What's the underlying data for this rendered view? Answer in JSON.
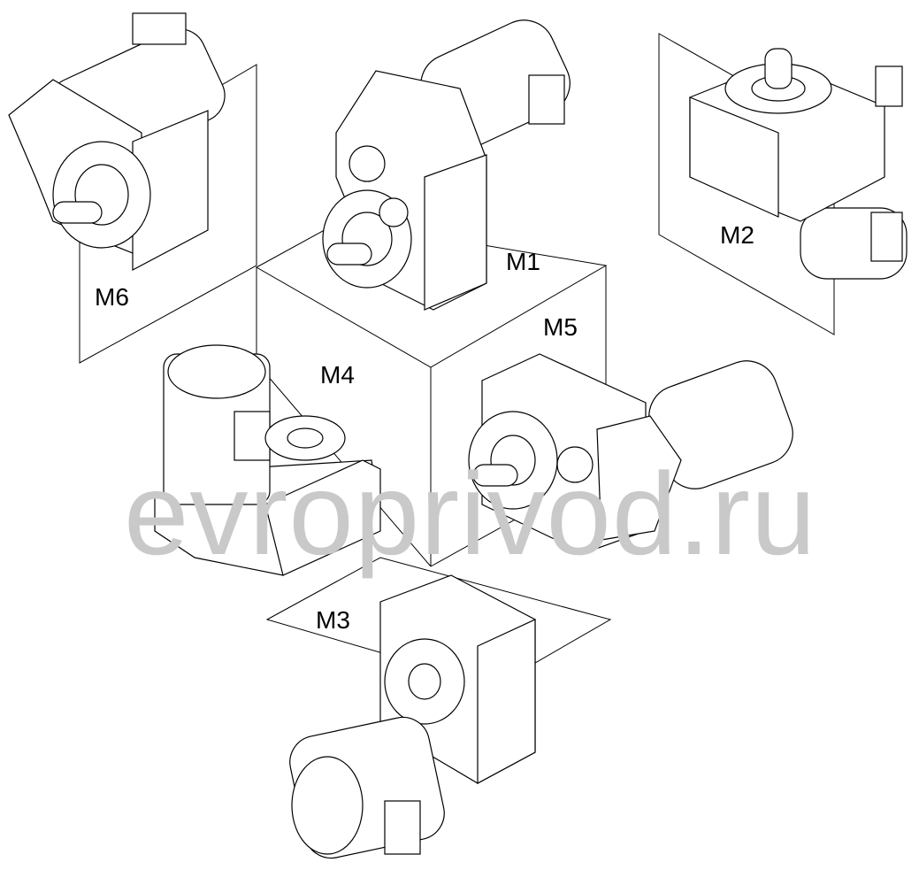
{
  "watermark": "evroprivod.ru",
  "positions": [
    {
      "id": "M1",
      "label": "M1"
    },
    {
      "id": "M2",
      "label": "M2"
    },
    {
      "id": "M3",
      "label": "M3"
    },
    {
      "id": "M4",
      "label": "M4"
    },
    {
      "id": "M5",
      "label": "M5"
    },
    {
      "id": "M6",
      "label": "M6"
    }
  ]
}
